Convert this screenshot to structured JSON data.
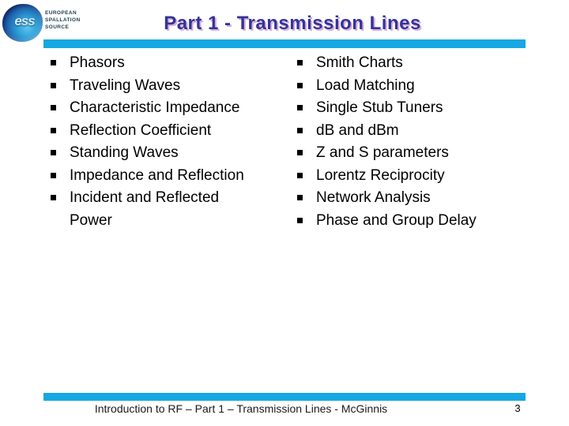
{
  "slide": {
    "logo": {
      "mark_text": "ess",
      "org_name": "EUROPEAN\nSPALLATION\nSOURCE"
    },
    "title": "Part 1 - Transmission Lines",
    "left_column": {
      "0": "Phasors",
      "1": "Traveling Waves",
      "2": "Characteristic Impedance",
      "3": "Reflection Coefficient",
      "4": "Standing Waves",
      "5": "Impedance and Reflection",
      "6": "Incident and Reflected Power"
    },
    "right_column": {
      "0": "Smith Charts",
      "1": "Load Matching",
      "2": "Single Stub Tuners",
      "3": "dB and dBm",
      "4": "Z and S parameters",
      "5": "Lorentz Reciprocity",
      "6": "Network Analysis",
      "7": "Phase and Group Delay"
    },
    "footer": "Introduction to RF – Part 1 – Transmission Lines - McGinnis",
    "page_number": "3",
    "colors": {
      "accent_bar": "#17a7e2",
      "title_text": "#333399",
      "title_shadow": "#d8b0d8"
    }
  }
}
